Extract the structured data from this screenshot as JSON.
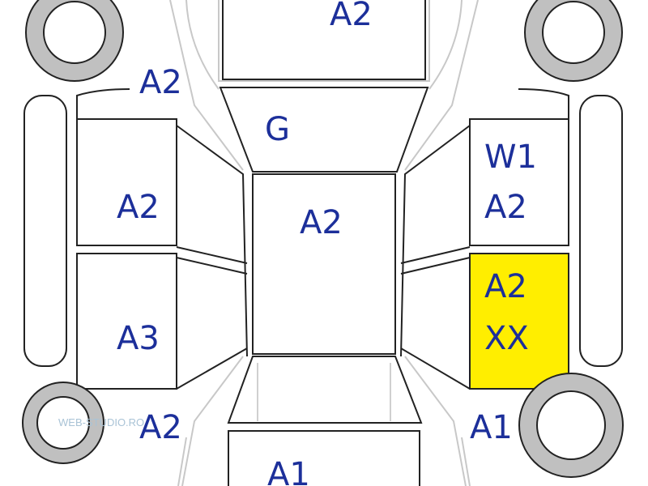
{
  "diagram": {
    "colors": {
      "outline": "#222222",
      "line": "#c8c8c8",
      "tire": "#c0c0c0",
      "label": "#1c2f9a",
      "highlight": "#ffee00",
      "watermark": "#a9c3d6"
    },
    "panels": {
      "hood": [
        "A2"
      ],
      "front_left_wheel_area": [
        "A2"
      ],
      "windshield": [
        "G"
      ],
      "front_left_door": [
        "A2"
      ],
      "roof": [
        "A2"
      ],
      "front_right_door": [
        "W1",
        "A2"
      ],
      "rear_left_door": [
        "A3"
      ],
      "rear_right_door": [
        "A2",
        "XX"
      ],
      "rear_left_wheel_area": [
        "A2"
      ],
      "rear_right_wheel_area": [
        "A1"
      ],
      "trunk": [
        "A1"
      ]
    },
    "highlighted_panel": "rear_right_door",
    "watermark": "WEB-STUDIO.RO"
  }
}
